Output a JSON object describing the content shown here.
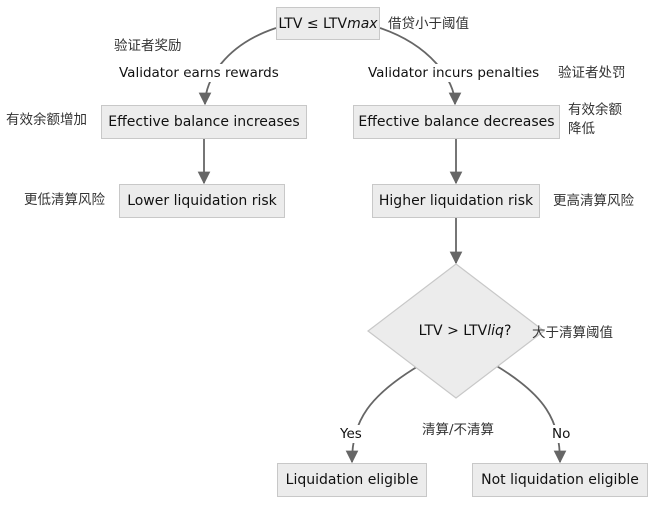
{
  "diagram": {
    "nodes": {
      "ltv_max": {
        "prefix": "LTV ≤ LTV",
        "sub": "max"
      },
      "eff_inc": "Effective balance increases",
      "eff_dec": "Effective balance decreases",
      "lower_risk": "Lower liquidation risk",
      "higher_risk": "Higher liquidation risk",
      "decision": {
        "prefix": "LTV > LTV",
        "sub": "liq",
        "suffix": "?"
      },
      "liq_eligible": "Liquidation eligible",
      "not_liq_eligible": "Not liquidation eligible"
    },
    "edges": {
      "rewards": "Validator earns rewards",
      "penalties": "Validator incurs penalties",
      "yes": "Yes",
      "no": "No"
    },
    "notes": {
      "ltv_max": "借贷小于阈值",
      "rewards": "验证者奖励",
      "penalties": "验证者处罚",
      "eff_inc": "有效余额增加",
      "eff_dec_1": "有效余额",
      "eff_dec_2": "降低",
      "lower_risk": "更低清算风险",
      "higher_risk": "更高清算风险",
      "decision": "大于清算阈值",
      "liq_choice": "清算/不清算"
    }
  },
  "colors": {
    "node_fill": "#ececec",
    "node_border": "#c8c8c8",
    "edge": "#666666"
  }
}
